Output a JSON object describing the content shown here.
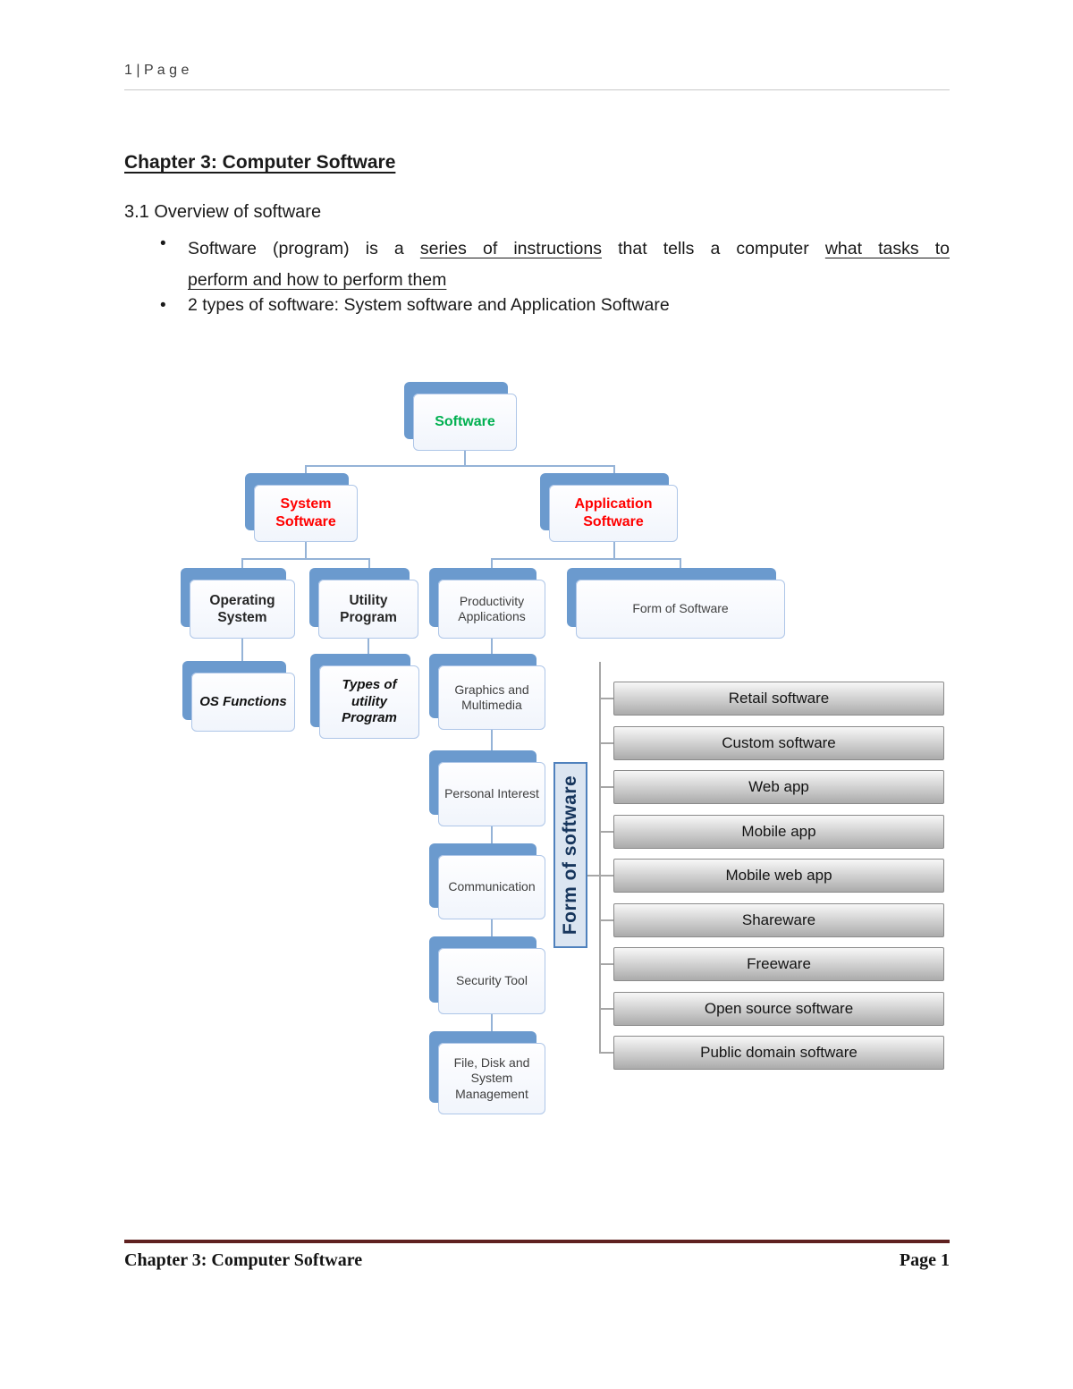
{
  "page": {
    "header": "1 | P a g e",
    "bullet_marker": "•",
    "footer": {
      "left": "Chapter 3: Computer Software",
      "right": "Page 1"
    }
  },
  "document": {
    "title": "Chapter 3: Computer Software",
    "section_heading": "3.1 Overview of software",
    "bullet1": {
      "part1": "Software (program) is a ",
      "underline1": "series of instructions",
      "part2": " that tells a computer ",
      "underline2": "what tasks to",
      "line2_underline": "perform and how to perform them"
    },
    "bullet2": "2 types of software: System software and Application Software"
  },
  "diagram": {
    "nodes": {
      "software": "Software",
      "system_software": "System Software",
      "application_software": "Application Software",
      "operating_system": "Operating System",
      "utility_program": "Utility Program",
      "productivity_applications": "Productivity Applications",
      "form_of_software": "Form of Software",
      "os_functions": "OS Functions",
      "types_of_utility_program": "Types of utility Program",
      "graphics_multimedia": "Graphics and Multimedia",
      "personal_interest": "Personal Interest",
      "communication": "Communication",
      "security_tool": "Security Tool",
      "file_disk_system_management": "File, Disk and System Management"
    },
    "form_label": "Form of software",
    "form_items": [
      "Retail software",
      "Custom software",
      "Web app",
      "Mobile app",
      "Mobile web app",
      "Shareware",
      "Freeware",
      "Open source software",
      "Public domain software"
    ],
    "colors": {
      "software_text": "#00b050",
      "category_text": "#ff0000",
      "node_shadow": "#6b9ace",
      "connector": "#95b3d7",
      "bracket": "#a6a6a6",
      "footer_rule": "#5f2120"
    }
  }
}
